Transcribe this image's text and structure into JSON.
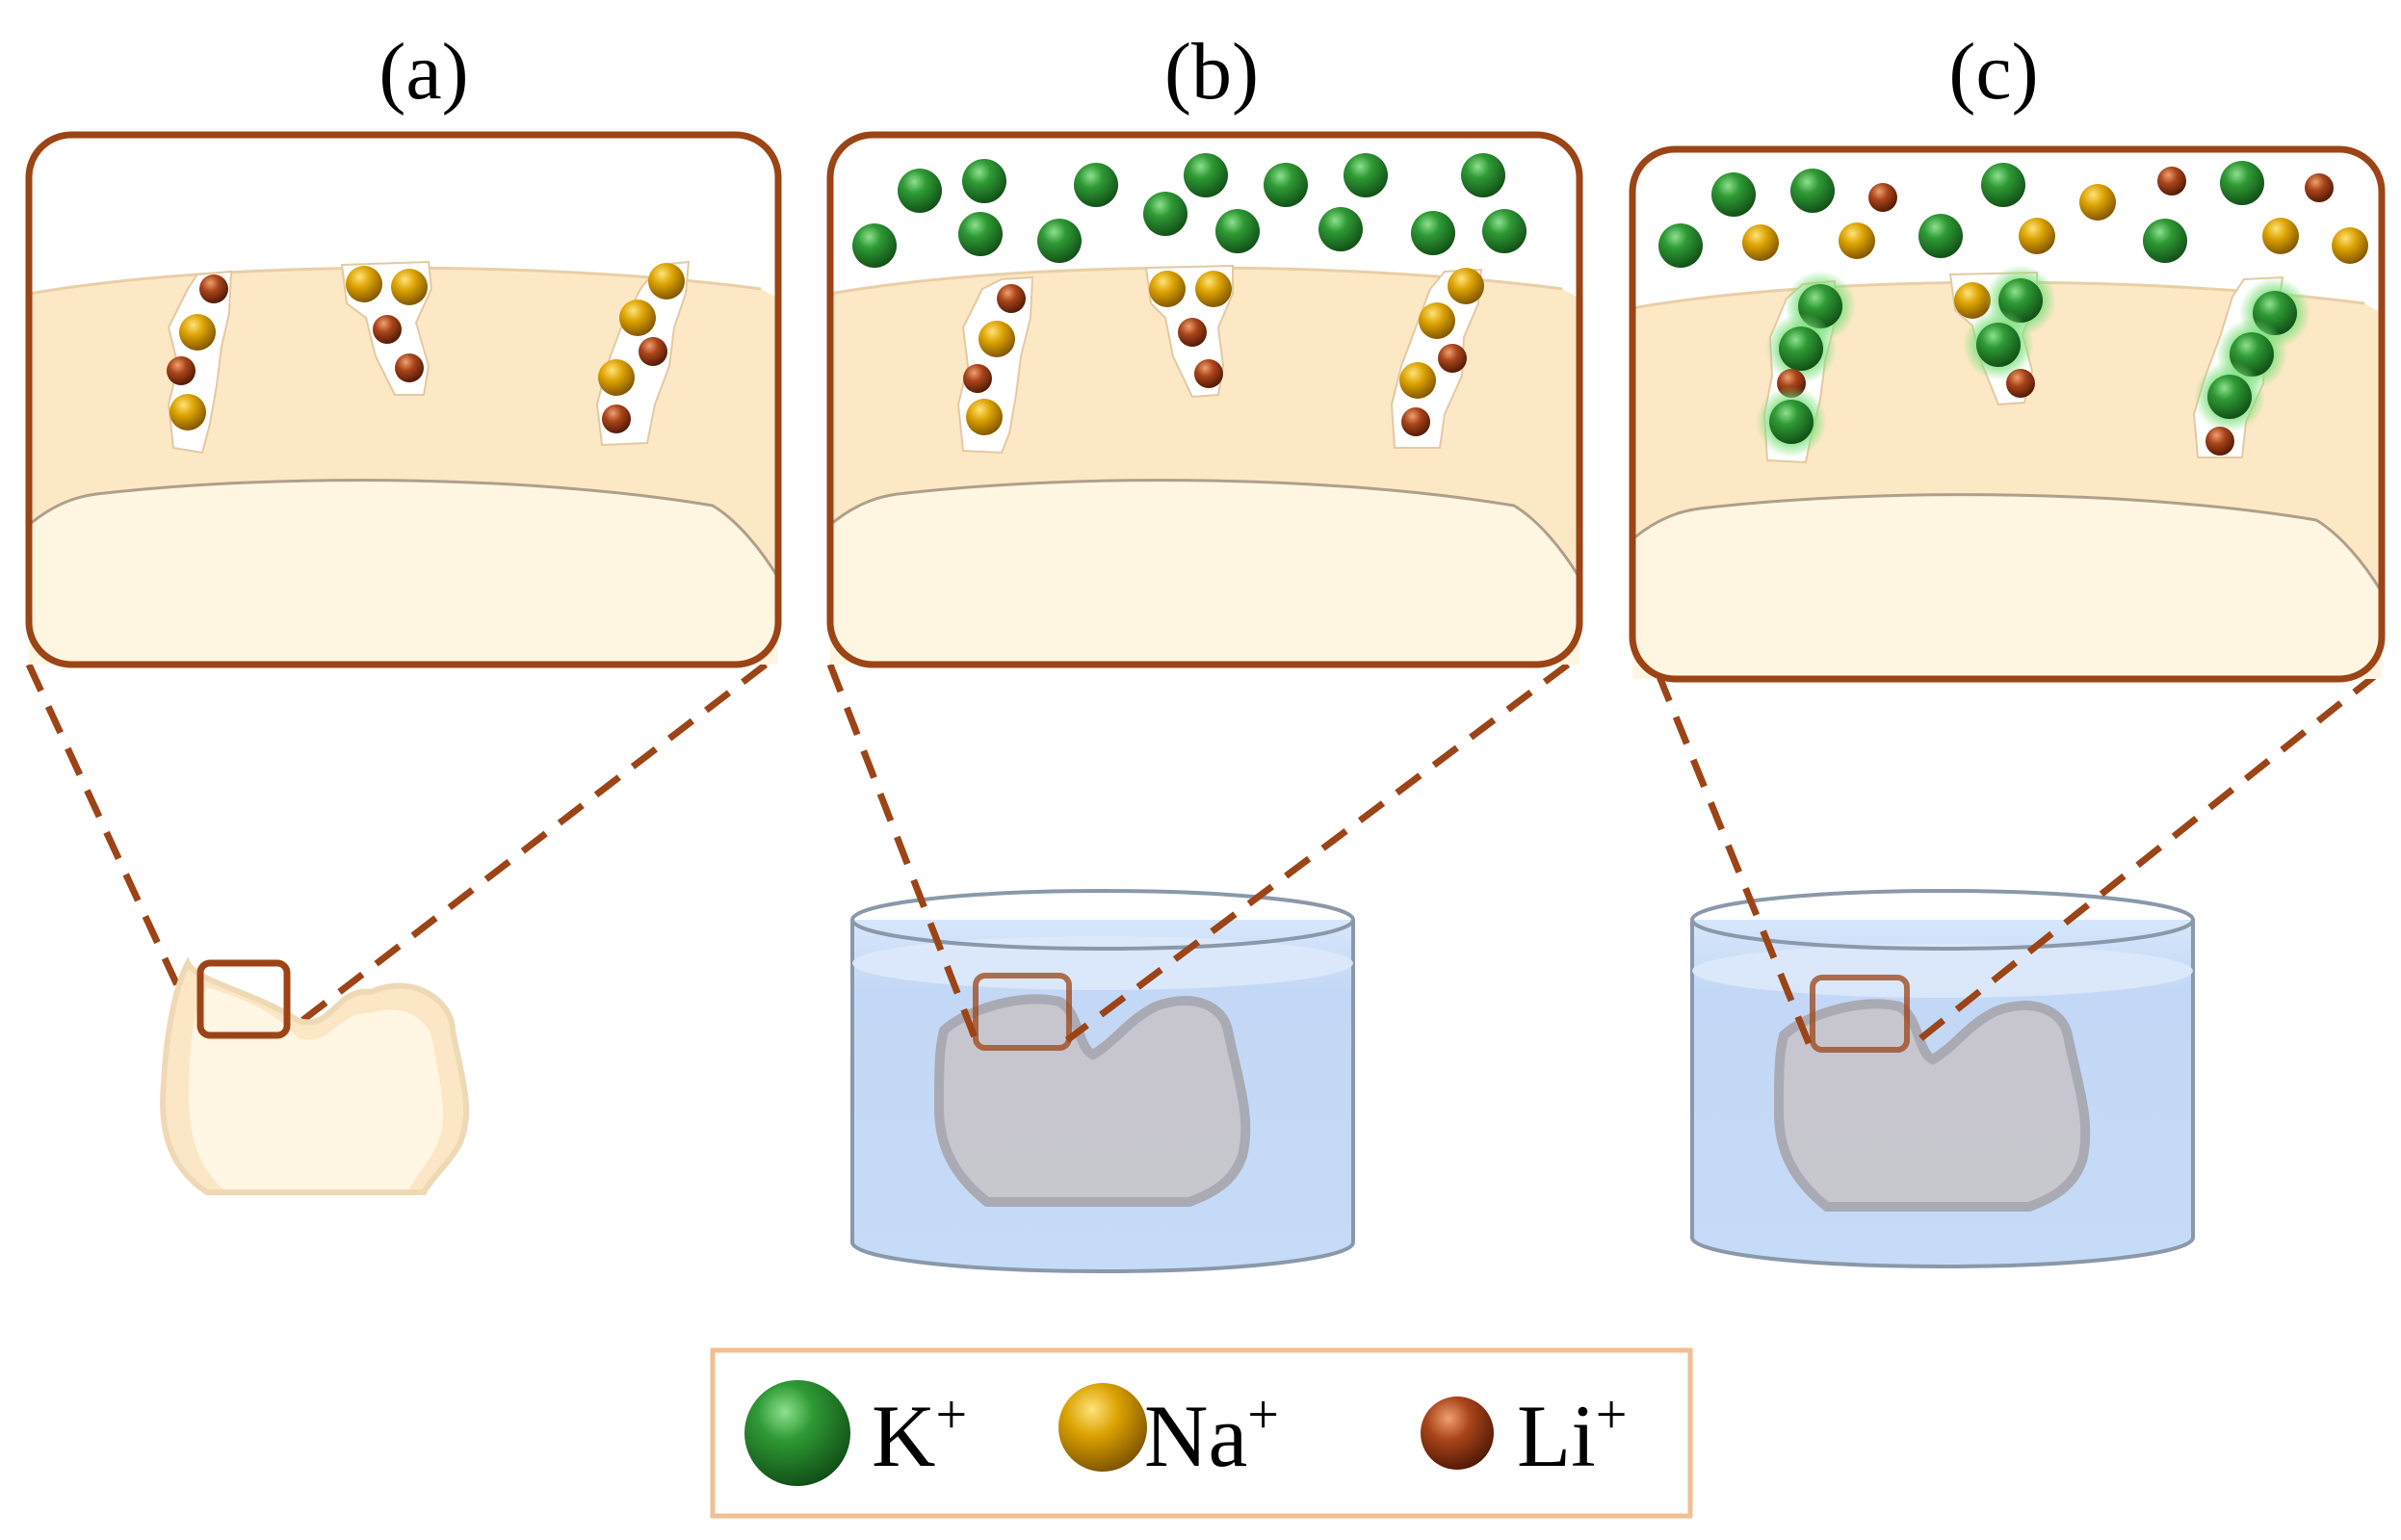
{
  "panels": [
    {
      "label": "(a)",
      "bath": false,
      "outside_ions": false,
      "exchanged": false
    },
    {
      "label": "(b)",
      "bath": true,
      "outside_ions": true,
      "exchanged": false
    },
    {
      "label": "(c)",
      "bath": true,
      "outside_ions": true,
      "exchanged": true
    }
  ],
  "legend": [
    {
      "symbol": "K",
      "charge": "+",
      "ion": "potassium",
      "color": "#2e8b2e"
    },
    {
      "symbol": "Na",
      "charge": "+",
      "ion": "sodium",
      "color": "#d9a000"
    },
    {
      "symbol": "Li",
      "charge": "+",
      "ion": "lithium",
      "color": "#a8431a"
    }
  ],
  "colors": {
    "frame": "#9c4416",
    "enamel": "#fde8c6",
    "dentin": "#fff6e2",
    "water": "#c4d9f6",
    "glow": "#7be07b"
  }
}
